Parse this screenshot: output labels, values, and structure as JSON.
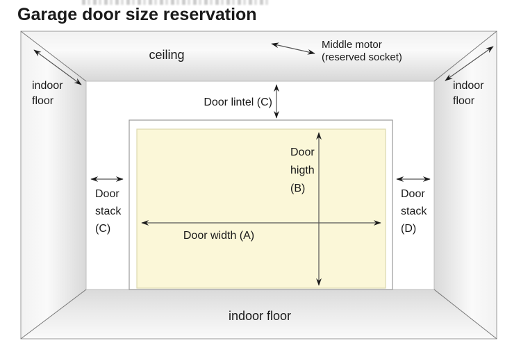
{
  "title": "Garage door size reservation",
  "diagram": {
    "type": "garage-interior-perspective",
    "colors": {
      "door_panel": "#FBF7D8",
      "door_panel_border": "#DDD8AE",
      "frame_border": "#999999",
      "wall_dark": "#d9d9d9",
      "wall_light": "#fafafa",
      "arrow_line": "#555555",
      "arrow_head": "#1a1a1a",
      "text": "#1a1a1a"
    },
    "labels": {
      "ceiling": "ceiling",
      "middle_motor": {
        "line1": "Middle motor",
        "line2": "(reserved socket)"
      },
      "indoor_floor_left": {
        "line1": "indoor",
        "line2": "floor"
      },
      "indoor_floor_right": {
        "line1": "indoor",
        "line2": "floor"
      },
      "indoor_floor_bottom": "indoor floor",
      "door_lintel": "Door lintel (C)",
      "door_stack_left": {
        "line1": "Door",
        "line2": "stack",
        "line3": "(C)"
      },
      "door_stack_right": {
        "line1": "Door",
        "line2": "stack",
        "line3": "(D)"
      },
      "door_width": "Door width (A)",
      "door_height": {
        "line1": "Door",
        "line2": "higth",
        "line3": "(B)"
      }
    },
    "dimension_arrows": [
      "left-wall-depth",
      "right-wall-depth",
      "middle-motor-pointer",
      "door-lintel-height",
      "door-stack-left-width",
      "door-stack-right-width",
      "door-width",
      "door-height"
    ]
  }
}
